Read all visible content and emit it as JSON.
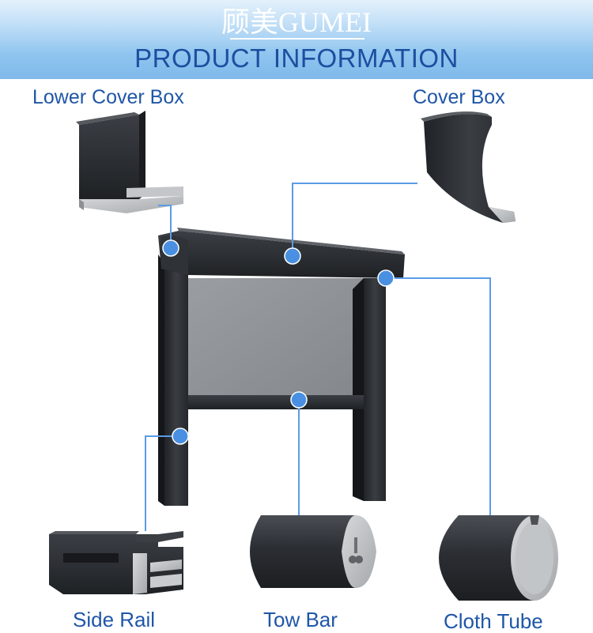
{
  "header": {
    "brand": "顾美GUMEI",
    "title": "PRODUCT INFORMATION"
  },
  "parts": {
    "lower_cover_box": "Lower Cover Box",
    "cover_box": "Cover Box",
    "side_rail": "Side Rail",
    "tow_bar": "Tow Bar",
    "cloth_tube": "Cloth Tube"
  },
  "colors": {
    "accent": "#1f56a8",
    "header_top": "#e4f1fc",
    "header_bottom": "#7fb9ea",
    "marker": "#4a90e2",
    "leader_line": "#5b9be6",
    "profile_dark": "#2a2d31",
    "aluminium": "#b9bcbf",
    "screen": "#8f9396"
  }
}
